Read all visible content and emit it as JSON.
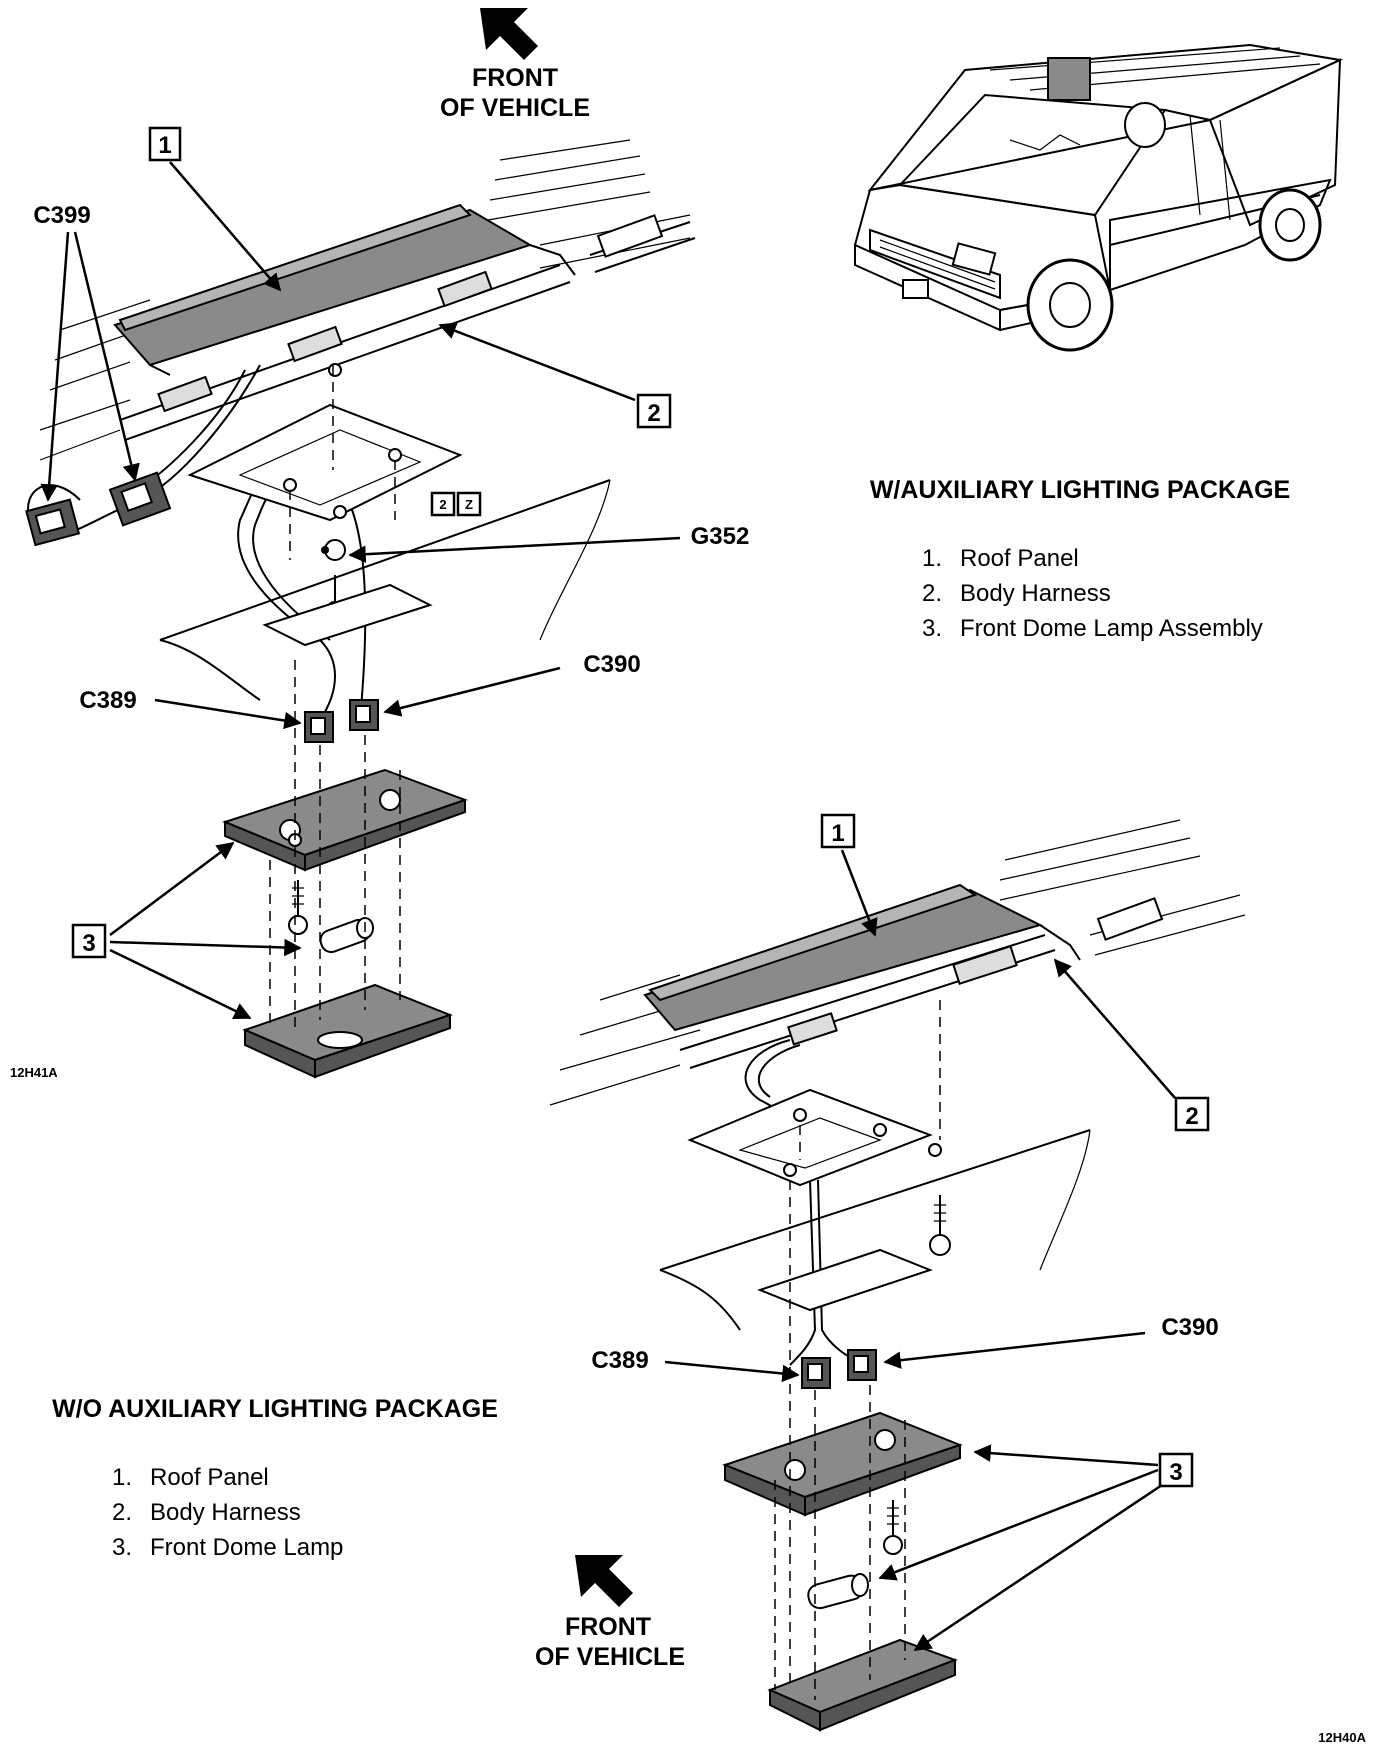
{
  "top_diagram": {
    "front_label_line1": "FRONT",
    "front_label_line2": "OF VEHICLE",
    "callout_1": "1",
    "callout_2": "2",
    "callout_3": "3",
    "connector_c399": "C399",
    "ground_g352": "G352",
    "connector_c389": "C389",
    "connector_c390": "C390",
    "ref_box_a": "2",
    "ref_box_b": "Z",
    "figure_code": "12H41A"
  },
  "bottom_diagram": {
    "front_label_line1": "FRONT",
    "front_label_line2": "OF VEHICLE",
    "callout_1": "1",
    "callout_2": "2",
    "callout_3": "3",
    "connector_c389": "C389",
    "connector_c390": "C390",
    "figure_code": "12H40A"
  },
  "legend_with": {
    "title": "W/AUXILIARY LIGHTING PACKAGE",
    "items": [
      {
        "num": "1.",
        "text": "Roof Panel"
      },
      {
        "num": "2.",
        "text": "Body Harness"
      },
      {
        "num": "3.",
        "text": "Front Dome Lamp Assembly"
      }
    ]
  },
  "legend_without": {
    "title": "W/O AUXILIARY LIGHTING PACKAGE",
    "items": [
      {
        "num": "1.",
        "text": "Roof Panel"
      },
      {
        "num": "2.",
        "text": "Body Harness"
      },
      {
        "num": "3.",
        "text": "Front Dome Lamp"
      }
    ]
  }
}
